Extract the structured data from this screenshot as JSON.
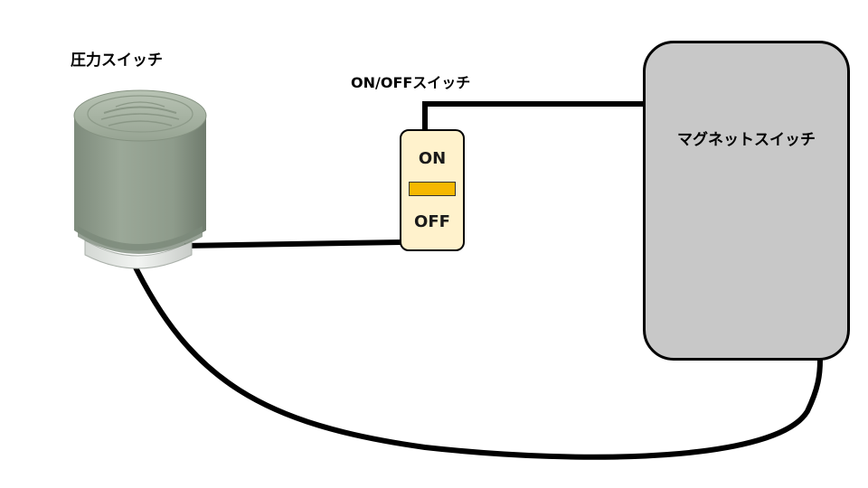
{
  "labels": {
    "pressure_switch": "圧力スイッチ",
    "onoff_switch": "ON/OFFスイッチ",
    "magnet_switch": "マグネットスイッチ"
  },
  "onoff_switch": {
    "on_label": "ON",
    "off_label": "OFF"
  },
  "colors": {
    "magnet_box_fill": "#c8c8c8",
    "switch_fill": "#fff2cc",
    "switch_lever": "#f5b800",
    "wire": "#000000",
    "pressure_switch_body": "#8e9c8c"
  }
}
